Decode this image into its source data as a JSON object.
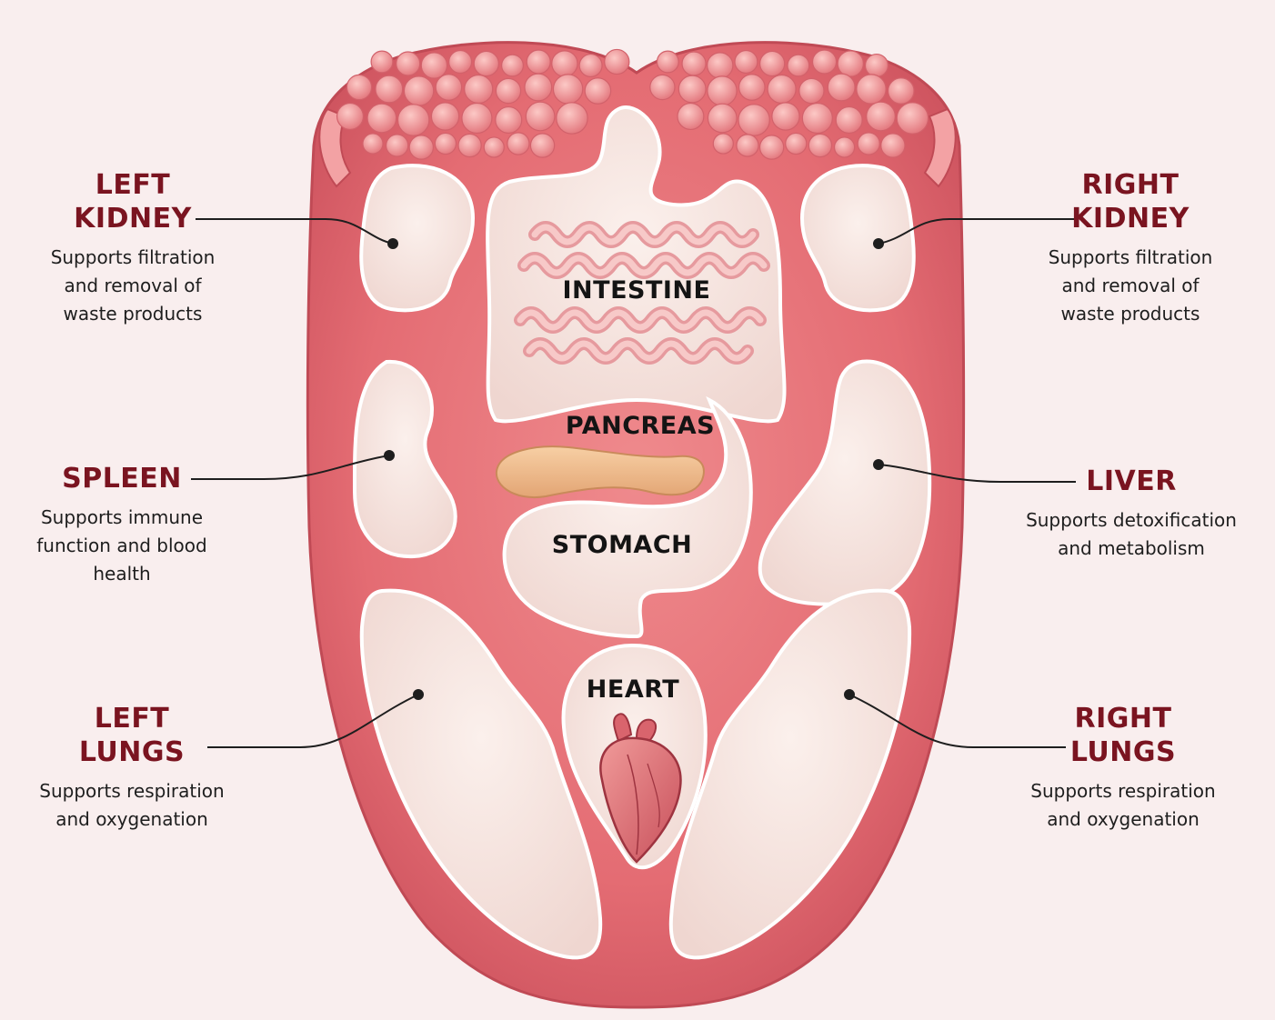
{
  "colors": {
    "tongue": "#e9747a",
    "tongue_edge": "#c9545c",
    "zone_fill": "#f6e3de",
    "zone_stroke": "#ffffff",
    "title_red": "#7a1420",
    "background": "#f9eeee"
  },
  "center_labels": {
    "intestine": "INTESTINE",
    "pancreas": "PANCREAS",
    "stomach": "STOMACH",
    "heart": "HEART"
  },
  "callouts": {
    "left_kidney": {
      "title_1": "LEFT",
      "title_2": "KIDNEY",
      "desc_1": "Supports filtration",
      "desc_2": "and removal of",
      "desc_3": "waste products"
    },
    "right_kidney": {
      "title_1": "RIGHT",
      "title_2": "KIDNEY",
      "desc_1": "Supports filtration",
      "desc_2": "and removal of",
      "desc_3": "waste products"
    },
    "spleen": {
      "title_1": "SPLEEN",
      "desc_1": "Supports immune",
      "desc_2": "function and blood",
      "desc_3": "health"
    },
    "liver": {
      "title_1": "LIVER",
      "desc_1": "Supports detoxification",
      "desc_2": "and metabolism"
    },
    "left_lungs": {
      "title_1": "LEFT",
      "title_2": "LUNGS",
      "desc_1": "Supports respiration",
      "desc_2": "and oxygenation"
    },
    "right_lungs": {
      "title_1": "RIGHT",
      "title_2": "LUNGS",
      "desc_1": "Supports respiration",
      "desc_2": "and oxygenation"
    }
  }
}
